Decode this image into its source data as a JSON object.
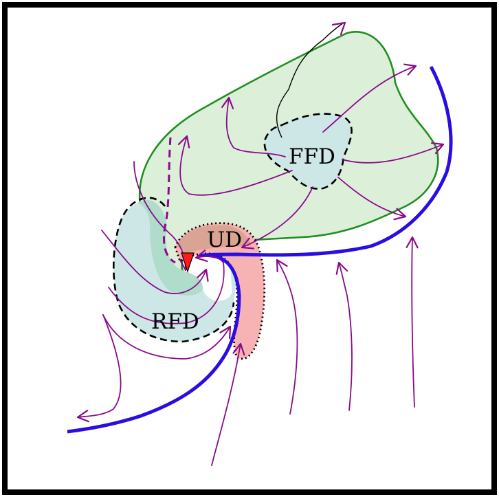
{
  "labels": {
    "ffd": "FFD",
    "ud": "UD",
    "rfd": "RFD"
  },
  "colors": {
    "frame": "#000000",
    "precip_fill": "#dcefd9",
    "precip_outline": "#1f8f1f",
    "downdraft_fill": "#cce7e6",
    "hook_fill": "#b0dccb",
    "updraft_fill": "#f7b3b3",
    "updraft_core": "#d9a592",
    "gust_front": "#2a0ee0",
    "streamline": "#8a0a8a",
    "tornado": "#ff1a1a"
  }
}
